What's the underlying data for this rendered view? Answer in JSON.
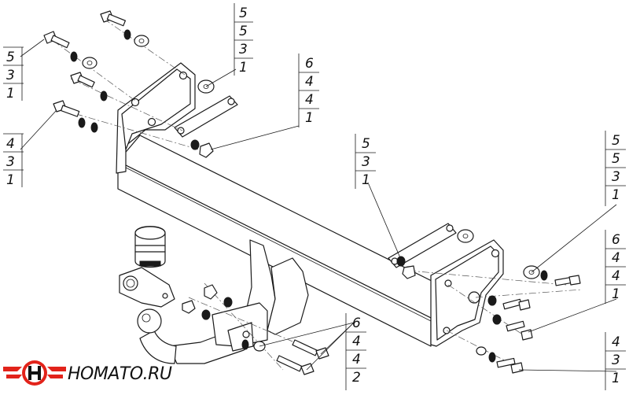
{
  "callouts": {
    "top_left_a": [
      "5",
      "3",
      "1"
    ],
    "top_left_b": [
      "4",
      "3",
      "1"
    ],
    "top_center": [
      "5",
      "5",
      "3",
      "1"
    ],
    "center_nut": [
      "6",
      "4",
      "4",
      "1"
    ],
    "mid_bracket": [
      "5",
      "3",
      "1"
    ],
    "right_top": [
      "5",
      "5",
      "3",
      "1"
    ],
    "right_mid": [
      "6",
      "4",
      "4",
      "1"
    ],
    "right_bottom": [
      "4",
      "3",
      "1"
    ],
    "bottom_center": [
      "6",
      "4",
      "4",
      "2"
    ]
  },
  "logo": {
    "text": "НОМАТО.RU"
  }
}
